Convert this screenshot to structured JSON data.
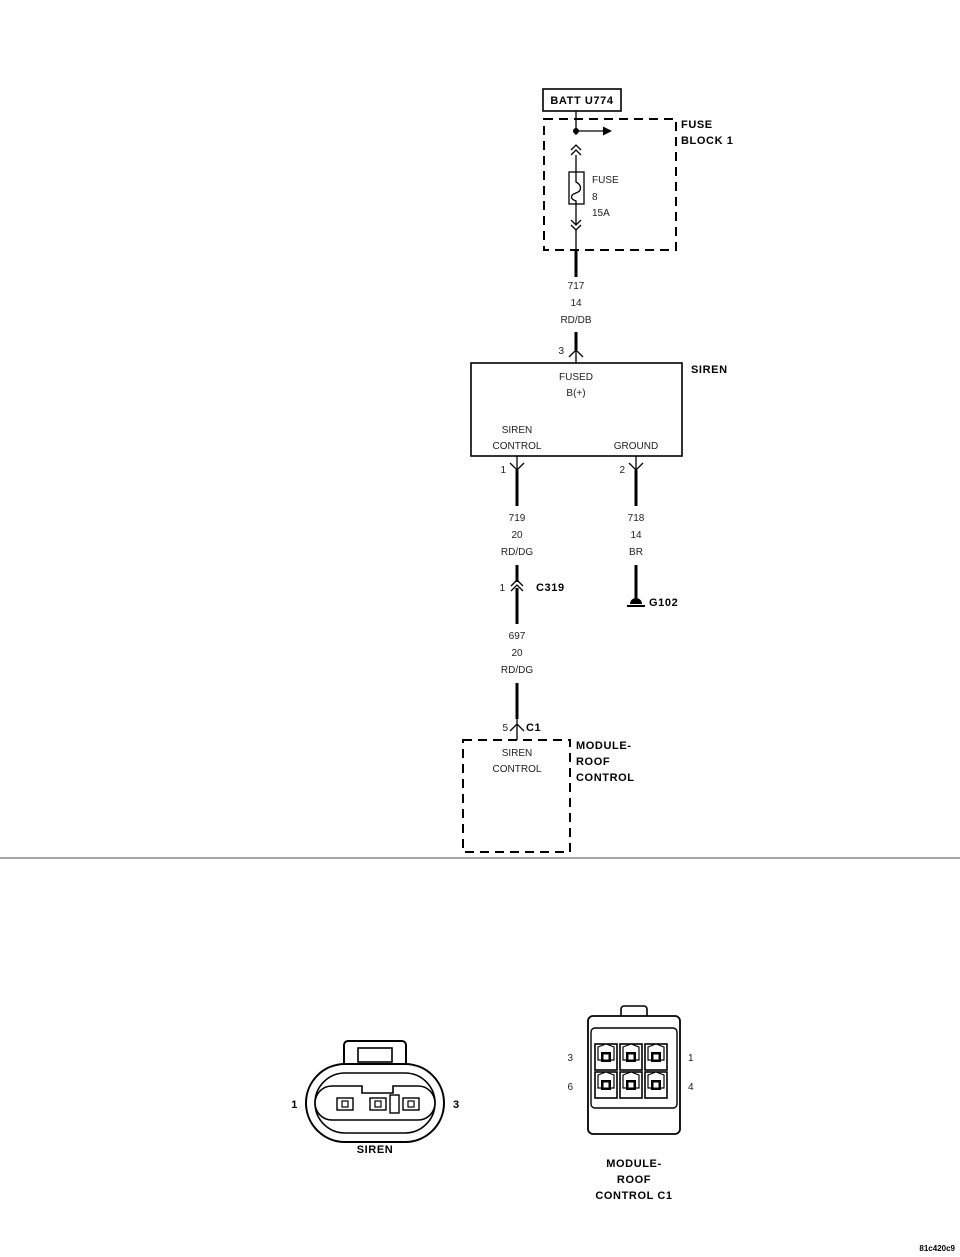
{
  "battery": {
    "label": "BATT U774"
  },
  "fuse_block": {
    "name_line1": "FUSE",
    "name_line2": "BLOCK 1",
    "fuse_label": "FUSE",
    "fuse_number": "8",
    "fuse_rating": "15A"
  },
  "wire_717": {
    "circuit": "717",
    "gauge": "14",
    "color": "RD/DB"
  },
  "siren": {
    "name": "SIREN",
    "pin3": "3",
    "fused_line1": "FUSED",
    "fused_line2": "B(+)",
    "control_line1": "SIREN",
    "control_line2": "CONTROL",
    "ground_label": "GROUND",
    "pin1": "1",
    "pin2": "2"
  },
  "wire_719": {
    "circuit": "719",
    "gauge": "20",
    "color": "RD/DG"
  },
  "wire_718": {
    "circuit": "718",
    "gauge": "14",
    "color": "BR"
  },
  "ground": {
    "label": "G102"
  },
  "connector_c319": {
    "label": "C319",
    "pin": "1"
  },
  "wire_697": {
    "circuit": "697",
    "gauge": "20",
    "color": "RD/DG"
  },
  "connector_c1": {
    "label": "C1",
    "pin": "5"
  },
  "module_roof": {
    "name_line1": "MODULE-",
    "name_line2": "ROOF",
    "name_line3": "CONTROL",
    "pin_line1": "SIREN",
    "pin_line2": "CONTROL"
  },
  "siren_connector_view": {
    "pin_left": "1",
    "pin_right": "3",
    "caption": "SIREN"
  },
  "module_connector_view": {
    "pin_3": "3",
    "pin_1": "1",
    "pin_6": "6",
    "pin_4": "4",
    "caption_line1": "MODULE-",
    "caption_line2": "ROOF",
    "caption_line3": "CONTROL C1"
  },
  "figure_id": "81c420c9"
}
